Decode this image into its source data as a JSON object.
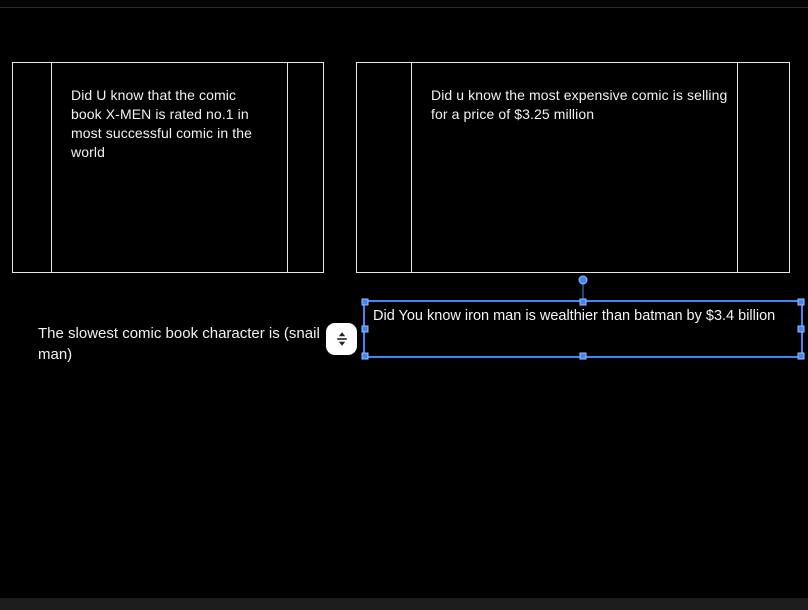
{
  "page": {
    "background": "#000000",
    "selection_color": "#4285f4",
    "card_border_color": "#e6e6e6"
  },
  "cards": [
    {
      "text": "Did U know that the comic book X-MEN is rated no.1 in most successful comic in the world"
    },
    {
      "text": "Did u know the most expensive comic is selling for a price of $3.25 million"
    }
  ],
  "floating_text": {
    "text": "The slowest comic book character is (snail man)"
  },
  "selected_text_box": {
    "text": "Did You know iron man is wealthier than batman by $3.4 billion"
  },
  "controls": {
    "spacing_button_icon": "sort-arrows-icon"
  }
}
